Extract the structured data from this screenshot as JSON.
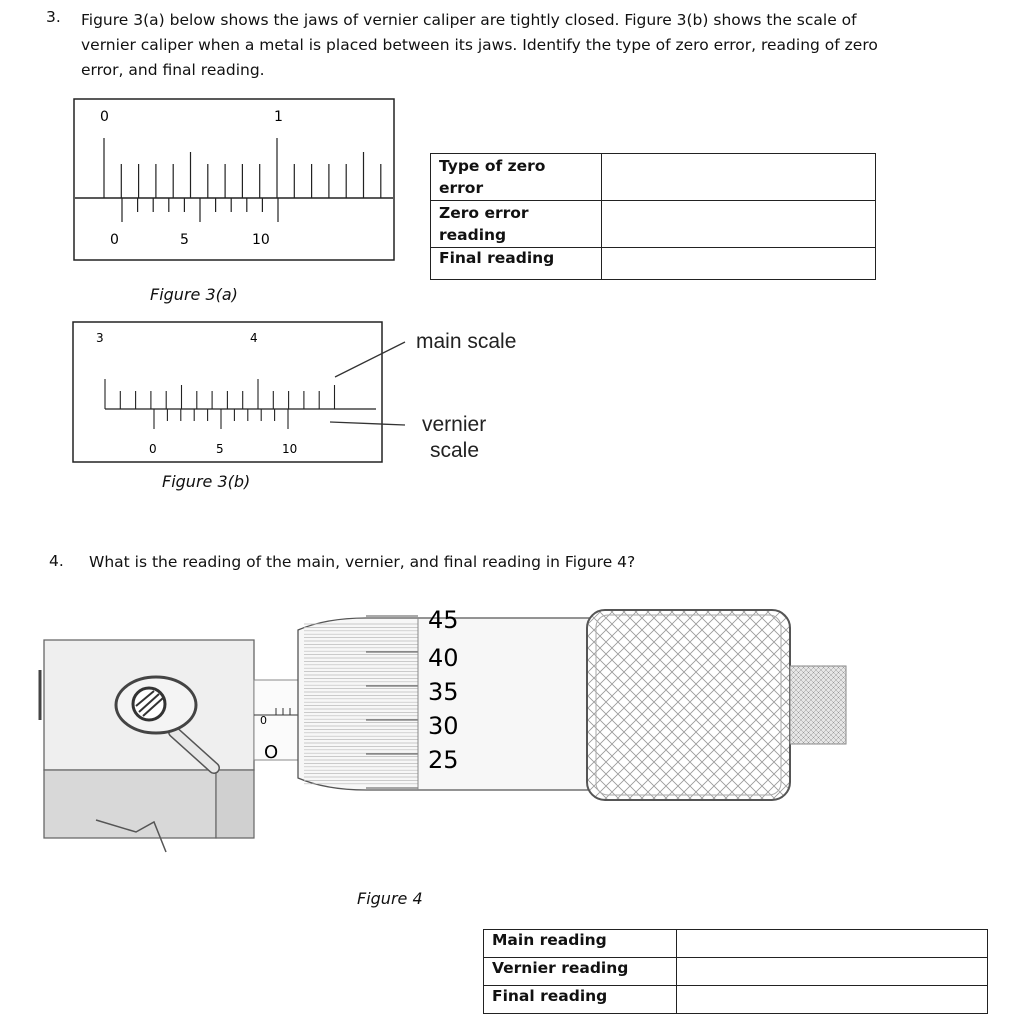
{
  "q3": {
    "number": "3.",
    "text": "Figure 3(a) below shows the jaws of vernier caliper are tightly closed. Figure 3(b) shows the scale of vernier caliper when a metal is placed between its jaws. Identify the type of zero error, reading of zero error, and final reading.",
    "fig_a": {
      "main_labels": [
        "0",
        "1"
      ],
      "vernier_labels": [
        "0",
        "5",
        "10"
      ],
      "caption": "Figure 3(a)"
    },
    "fig_b": {
      "main_labels": [
        "3",
        "4"
      ],
      "vernier_labels": [
        "0",
        "5",
        "10"
      ],
      "caption": "Figure 3(b)",
      "main_scale_label": "main scale",
      "vernier_scale_label_1": "vernier",
      "vernier_scale_label_2": "scale"
    },
    "table": {
      "row1_a": "Type of zero",
      "row1_b": "error",
      "row2_a": "Zero error",
      "row2_b": "reading",
      "row3": "Final reading",
      "answers": [
        "",
        "",
        ""
      ]
    }
  },
  "q4": {
    "number": "4.",
    "text": "What is the reading of the main, vernier, and final reading in Figure 4?",
    "figure": {
      "thimble_labels": [
        "45",
        "40",
        "35",
        "30",
        "25"
      ],
      "sleeve_zero_small": "0",
      "sleeve_zero_large": "O",
      "caption": "Figure 4"
    },
    "table": {
      "rows": [
        "Main reading",
        "Vernier reading",
        "Final reading"
      ],
      "answers": [
        "",
        "",
        ""
      ]
    }
  }
}
